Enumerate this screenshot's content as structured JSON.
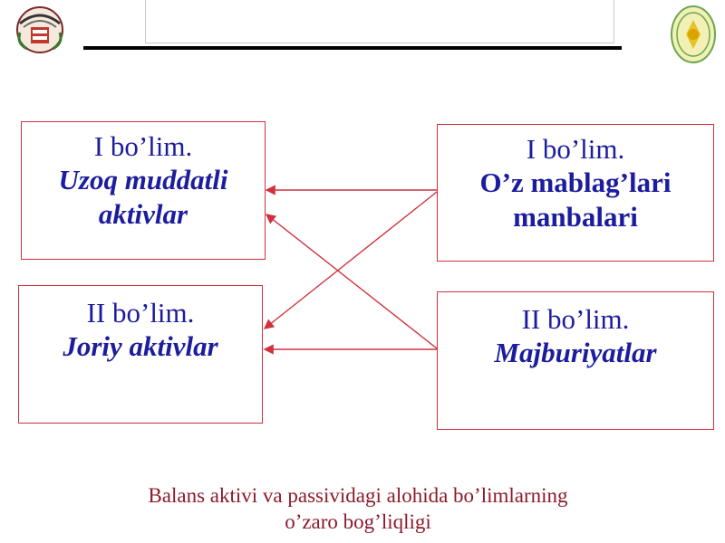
{
  "header": {
    "title": ""
  },
  "diagram": {
    "boxes": {
      "left_top": {
        "section": "I bo’lim.",
        "line1": "Uzoq muddatli",
        "line2": "aktivlar"
      },
      "left_bottom": {
        "section": "II bo’lim.",
        "line1": "Joriy aktivlar"
      },
      "right_top": {
        "section": "I bo’lim.",
        "line1": "O’z mablag’lari",
        "line2": "manbalari"
      },
      "right_bottom": {
        "section": "II bo’lim.",
        "line1": "Majburiyatlar"
      }
    },
    "caption": {
      "line1": "Balans aktivi va passividagi alohida bo’limlarning",
      "line2": "o’zaro bog’liqligi"
    },
    "colors": {
      "box_border": "#d0313d",
      "text": "#1c1c9e",
      "caption": "#8b1a2b",
      "arrow": "#d0313d"
    }
  },
  "logos": {
    "left": "university-emblem-icon",
    "right": "round-seal-icon"
  }
}
